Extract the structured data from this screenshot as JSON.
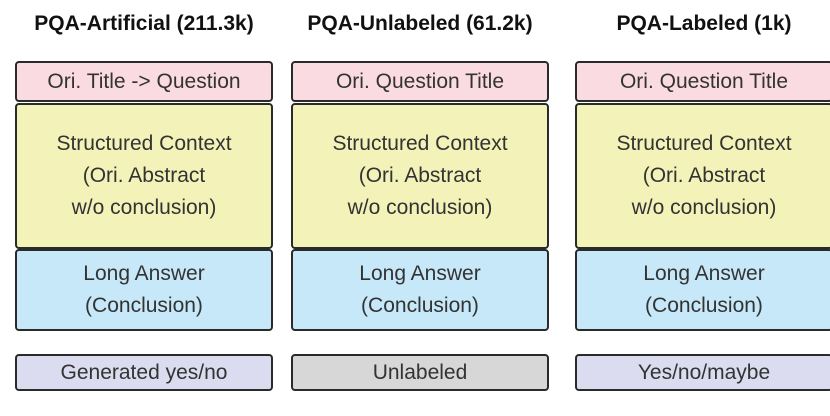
{
  "colors": {
    "title_box": "#f9dbe1",
    "context_box": "#f3f2b8",
    "answer_box": "#c6e8f8",
    "label_box_generated": "#dcdcf0",
    "label_box_unlabeled": "#d7d7d7",
    "label_box_labeled": "#dcdcf0"
  },
  "columns": [
    {
      "header": "PQA-Artificial (211.3k)",
      "title_box": "Ori. Title -> Question",
      "context_lines": [
        "Structured Context",
        "(Ori. Abstract",
        "w/o conclusion)"
      ],
      "answer_lines": [
        "Long Answer",
        "(Conclusion)"
      ],
      "label_box": "Generated yes/no"
    },
    {
      "header": "PQA-Unlabeled (61.2k)",
      "title_box": "Ori. Question Title",
      "context_lines": [
        "Structured Context",
        "(Ori. Abstract",
        "w/o conclusion)"
      ],
      "answer_lines": [
        "Long Answer",
        "(Conclusion)"
      ],
      "label_box": "Unlabeled"
    },
    {
      "header": "PQA-Labeled (1k)",
      "title_box": "Ori. Question Title",
      "context_lines": [
        "Structured Context",
        "(Ori. Abstract",
        "w/o conclusion)"
      ],
      "answer_lines": [
        "Long Answer",
        "(Conclusion)"
      ],
      "label_box": "Yes/no/maybe"
    }
  ]
}
